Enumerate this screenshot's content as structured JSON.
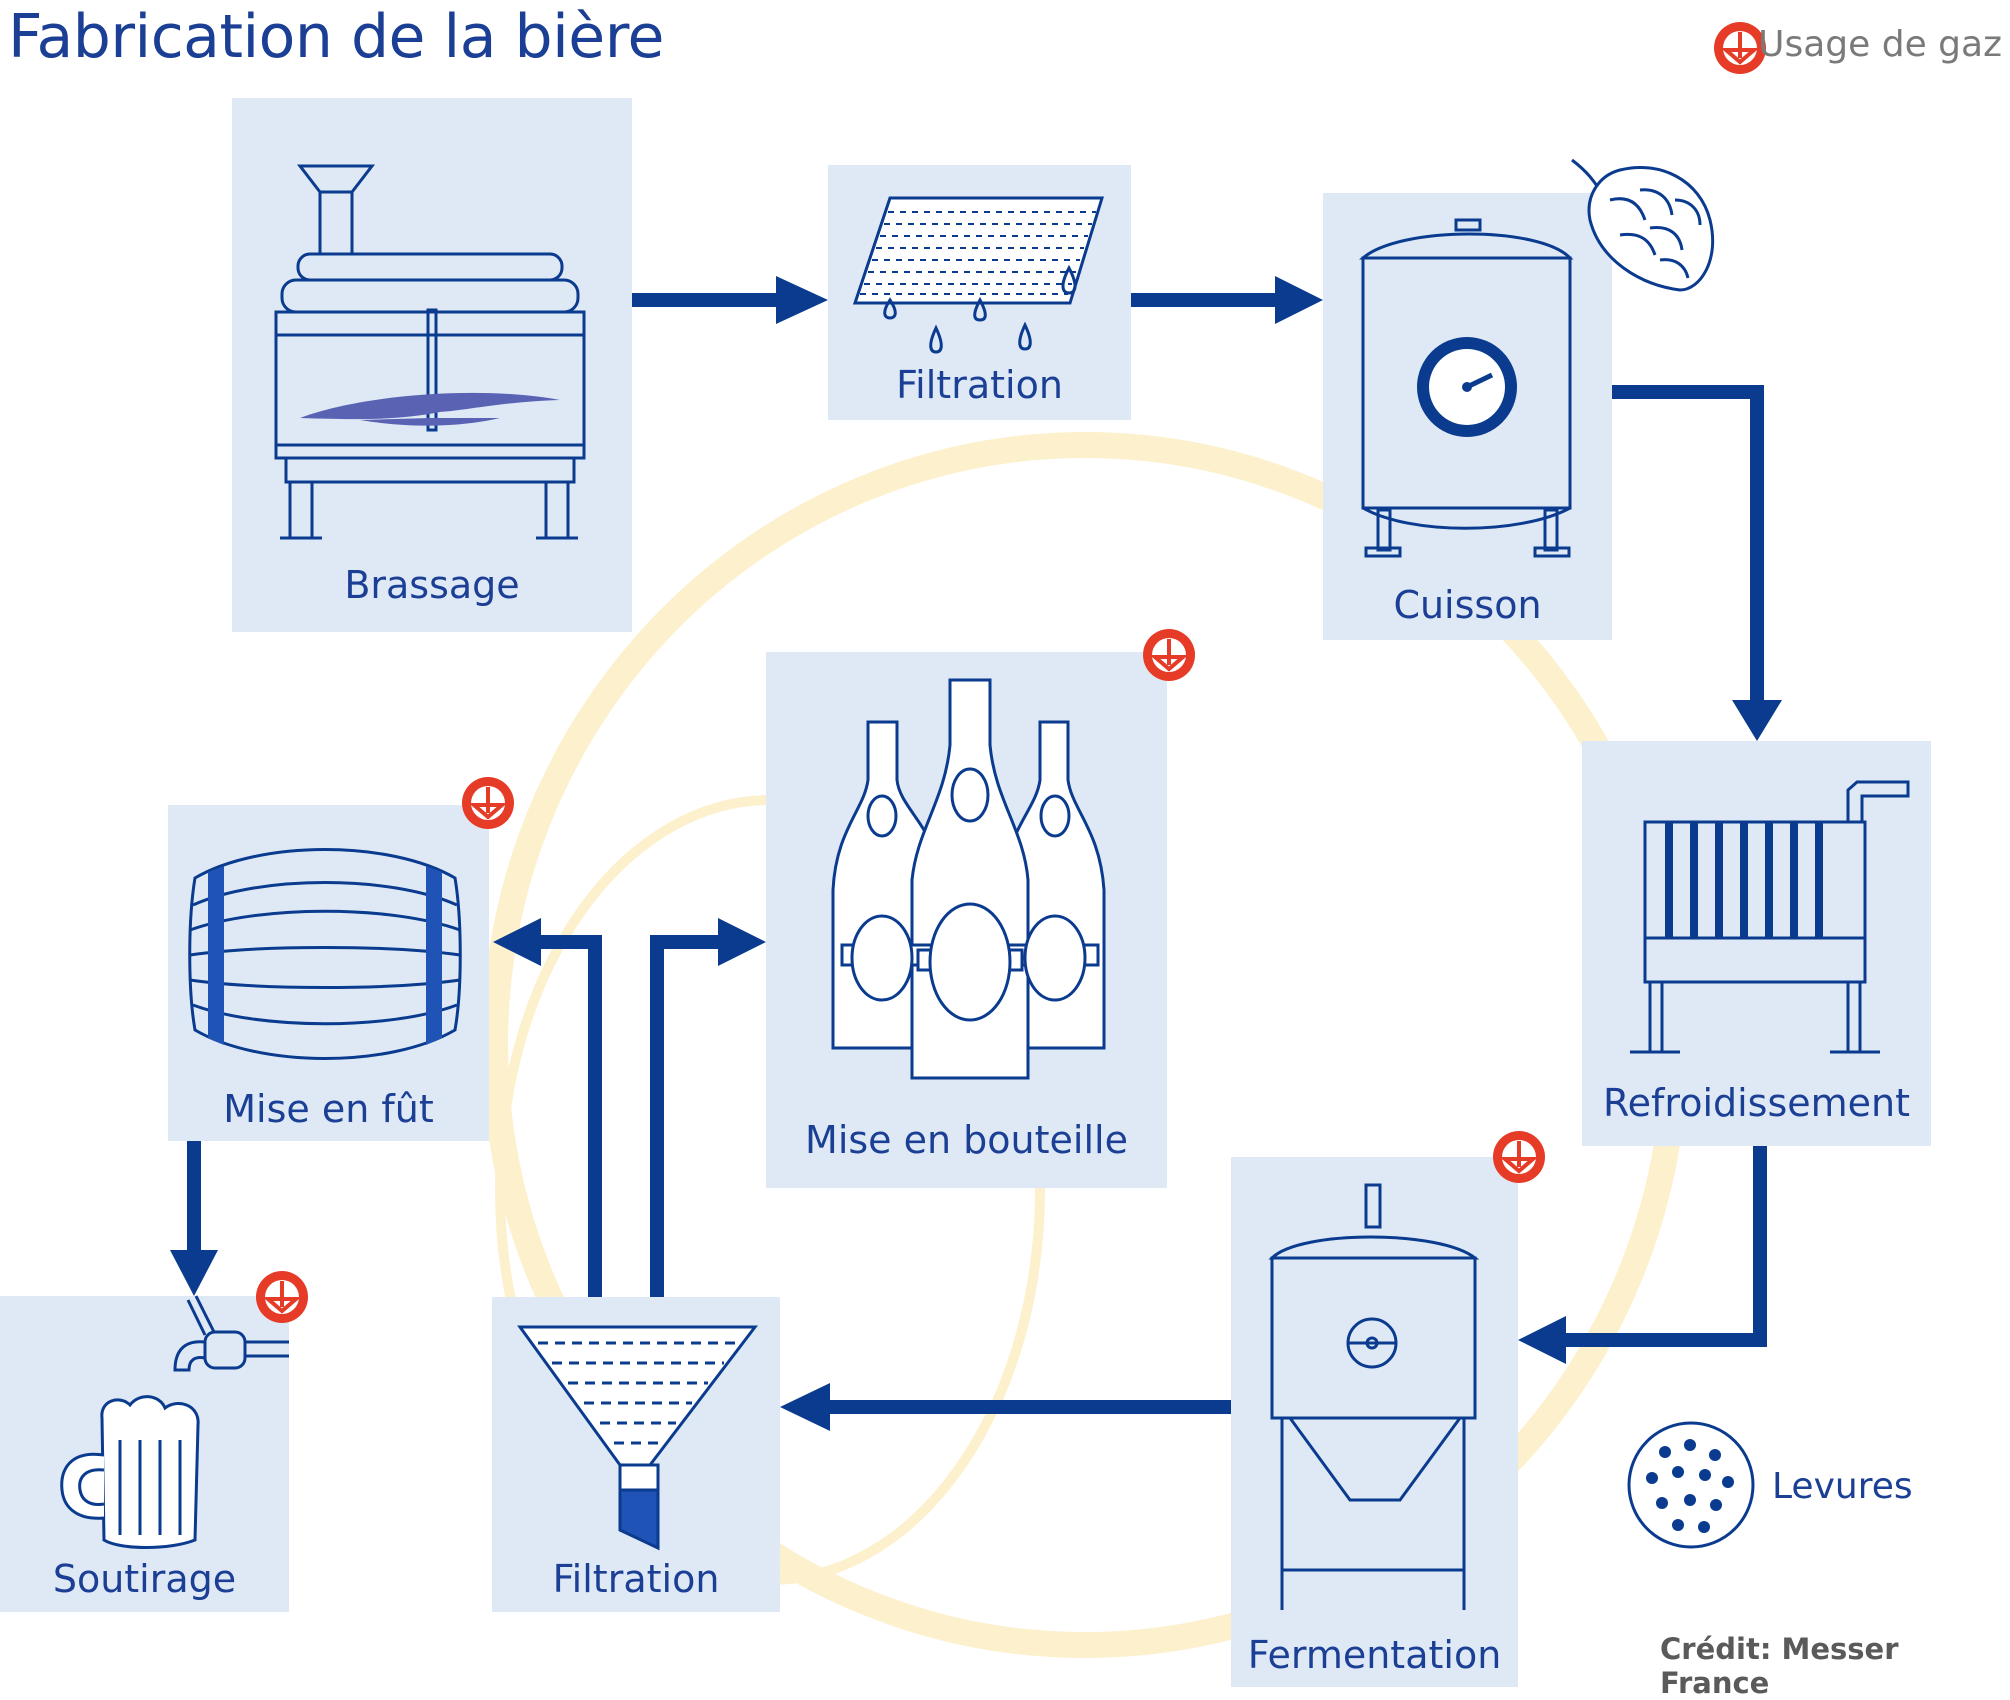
{
  "title": "Fabrication de la bière",
  "legend": {
    "gas_label": "Usage de gaz",
    "yeast_label": "Levures"
  },
  "credit": "Crédit: Messer France",
  "steps": {
    "brassage": "Brassage",
    "filtration1": "Filtration",
    "cuisson": "Cuisson",
    "refroidissement": "Refroidissement",
    "fermentation": "Fermentation",
    "filtration2": "Filtration",
    "mise_en_bouteille": "Mise en bouteille",
    "mise_en_fut": "Mise en fût",
    "soutirage": "Soutirage"
  },
  "colors": {
    "accent": "#0a3b8f",
    "box": "#dfe9f6",
    "cycle": "#fdf0cd",
    "gas": "#e63b26"
  }
}
